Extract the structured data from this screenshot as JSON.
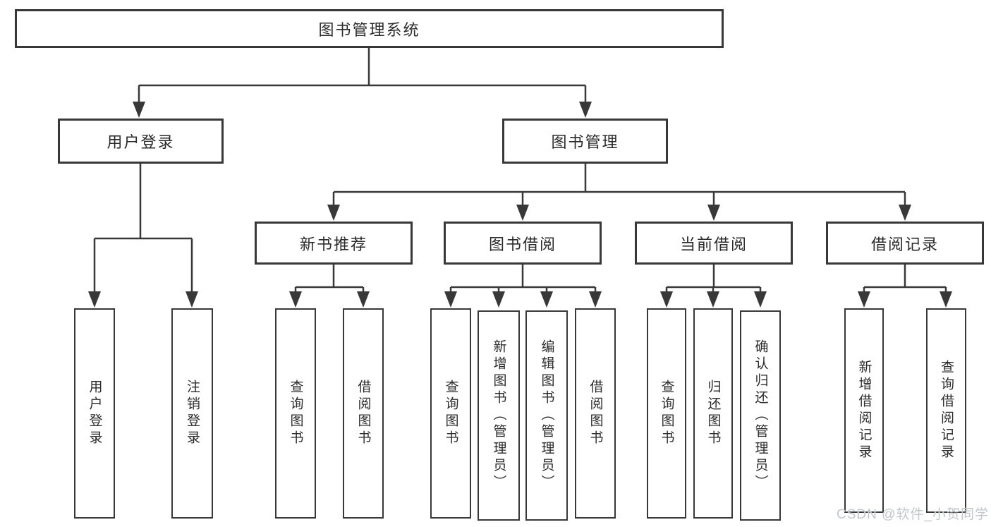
{
  "tree": {
    "label": "图书管理系统",
    "children": [
      {
        "label": "用户登录",
        "children": [
          {
            "label": "用户登录"
          },
          {
            "label": "注销登录"
          }
        ]
      },
      {
        "label": "图书管理",
        "children": [
          {
            "label": "新书推荐",
            "children": [
              {
                "label": "查询图书"
              },
              {
                "label": "借阅图书"
              }
            ]
          },
          {
            "label": "图书借阅",
            "children": [
              {
                "label": "查询图书"
              },
              {
                "label": "新增图书（管理员）"
              },
              {
                "label": "编辑图书（管理员）"
              },
              {
                "label": "借阅图书"
              }
            ]
          },
          {
            "label": "当前借阅",
            "children": [
              {
                "label": "查询图书"
              },
              {
                "label": "归还图书"
              },
              {
                "label": "确认归还（管理员）"
              }
            ]
          },
          {
            "label": "借阅记录",
            "children": [
              {
                "label": "新增借阅记录"
              },
              {
                "label": "查询借阅记录"
              }
            ]
          }
        ]
      }
    ]
  },
  "watermark": {
    "text": "CSDN @软件_小贺同学"
  },
  "colors": {
    "line": "#383838",
    "box_border": "#383838",
    "box_fill": "#ffffff",
    "text": "#2b2b2b",
    "watermark": "#c3c6ca",
    "background": "#ffffff"
  }
}
